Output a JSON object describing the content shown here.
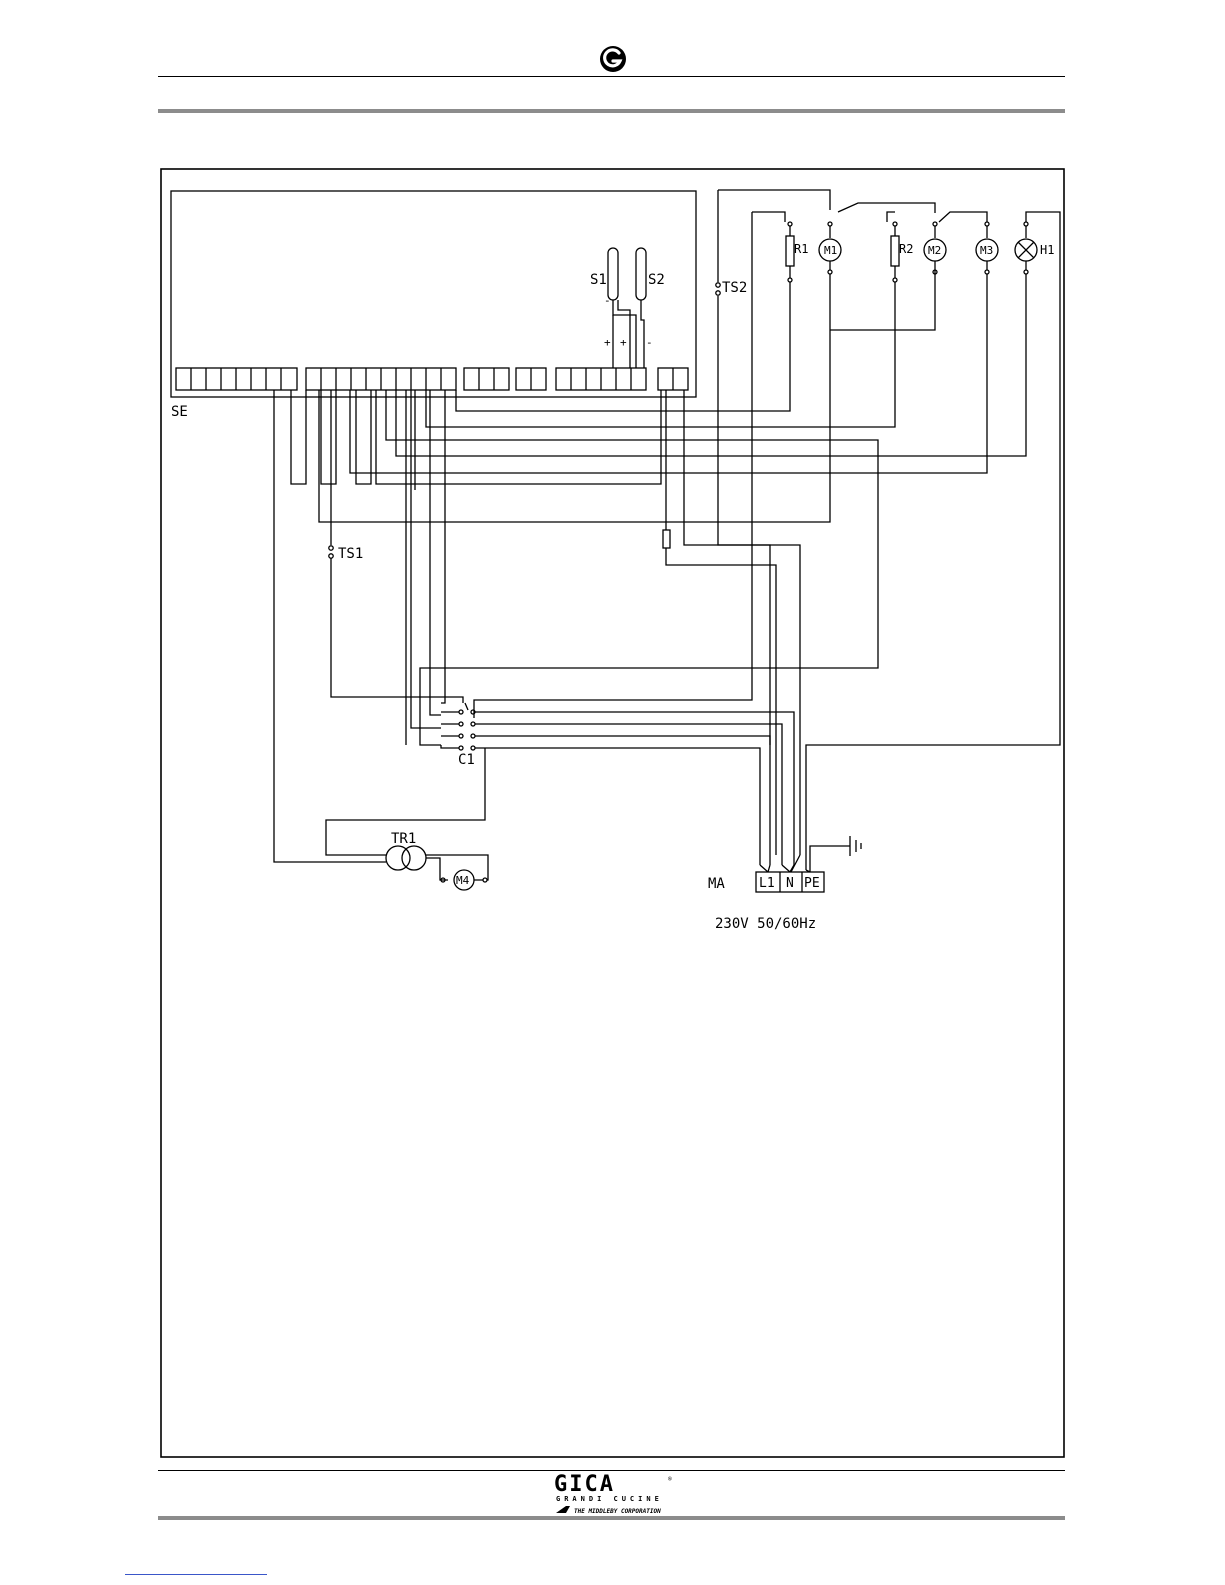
{
  "brand": {
    "logo_icon": "gica-circle-g-logo",
    "footer_logo_text": "GICA",
    "footer_tagline": "GRANDI CUCINE",
    "footer_corporation": "THE MIDDLEBY CORPORATION",
    "footer_mark": "®"
  },
  "diagram": {
    "controller_label": "SE",
    "sensors": {
      "s1": "S1",
      "s2": "S2",
      "minus": "-",
      "plus": "+"
    },
    "components": {
      "r1": "R1",
      "m1": "M1",
      "r2": "R2",
      "m2": "M2",
      "m3": "M3",
      "h1": "H1",
      "ts1": "TS1",
      "ts2": "TS2",
      "c1": "C1",
      "tr1": "TR1",
      "m4": "M4"
    },
    "mains": {
      "label": "MA",
      "terminals": [
        "L1",
        "N",
        "PE"
      ],
      "supply": "230V  50/60Hz"
    }
  }
}
